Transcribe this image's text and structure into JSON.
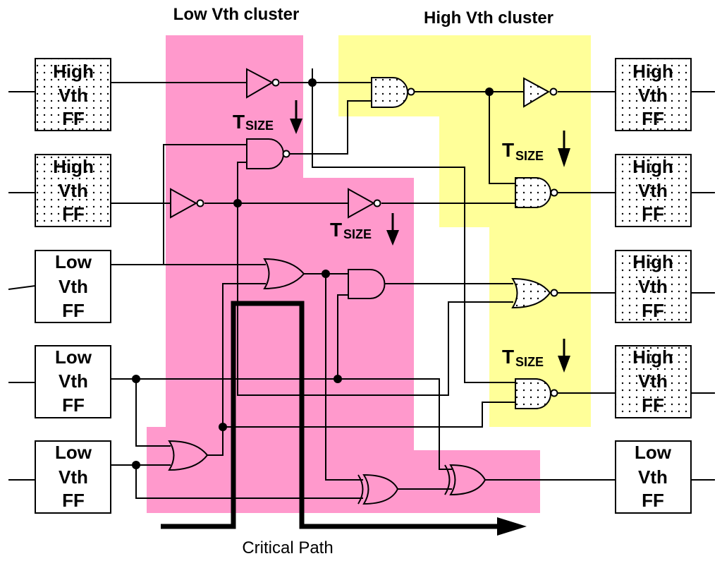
{
  "titles": {
    "low_cluster": "Low Vth cluster",
    "high_cluster": "High Vth cluster"
  },
  "colors": {
    "low_vth_region": "#FF99CC",
    "high_vth_region": "#FFFF99",
    "line": "#000000",
    "background": "#FFFFFF"
  },
  "flip_flops": {
    "left": [
      {
        "line1": "High",
        "line2": "Vth",
        "line3": "FF",
        "type": "high"
      },
      {
        "line1": "High",
        "line2": "Vth",
        "line3": "FF",
        "type": "high"
      },
      {
        "line1": "Low",
        "line2": "Vth",
        "line3": "FF",
        "type": "low"
      },
      {
        "line1": "Low",
        "line2": "Vth",
        "line3": "FF",
        "type": "low"
      },
      {
        "line1": "Low",
        "line2": "Vth",
        "line3": "FF",
        "type": "low"
      }
    ],
    "right": [
      {
        "line1": "High",
        "line2": "Vth",
        "line3": "FF",
        "type": "high"
      },
      {
        "line1": "High",
        "line2": "Vth",
        "line3": "FF",
        "type": "high"
      },
      {
        "line1": "High",
        "line2": "Vth",
        "line3": "FF",
        "type": "high"
      },
      {
        "line1": "High",
        "line2": "Vth",
        "line3": "FF",
        "type": "high"
      },
      {
        "line1": "Low",
        "line2": "Vth",
        "line3": "FF",
        "type": "low"
      }
    ]
  },
  "tsize": {
    "main": "T",
    "sub": "SIZE"
  },
  "gates": [
    {
      "id": "inv-low-1",
      "type": "inverter",
      "cluster": "low"
    },
    {
      "id": "nand-low-1",
      "type": "nand",
      "cluster": "low"
    },
    {
      "id": "inv-low-2",
      "type": "inverter",
      "cluster": "low"
    },
    {
      "id": "inv-low-3",
      "type": "inverter",
      "cluster": "low"
    },
    {
      "id": "or-low-1",
      "type": "or",
      "cluster": "low"
    },
    {
      "id": "and-low-1",
      "type": "and",
      "cluster": "low"
    },
    {
      "id": "or-low-2",
      "type": "or",
      "cluster": "low"
    },
    {
      "id": "xor-low-1",
      "type": "xor",
      "cluster": "low"
    },
    {
      "id": "xor-low-2",
      "type": "xor",
      "cluster": "low"
    },
    {
      "id": "nand-high-1",
      "type": "nand",
      "cluster": "high"
    },
    {
      "id": "inv-high-1",
      "type": "inverter",
      "cluster": "high"
    },
    {
      "id": "nand-high-2",
      "type": "nand",
      "cluster": "high"
    },
    {
      "id": "nor-high-1",
      "type": "nor",
      "cluster": "high"
    },
    {
      "id": "nand-high-3",
      "type": "nand",
      "cluster": "high"
    }
  ],
  "critical_path_label": "Critical Path"
}
